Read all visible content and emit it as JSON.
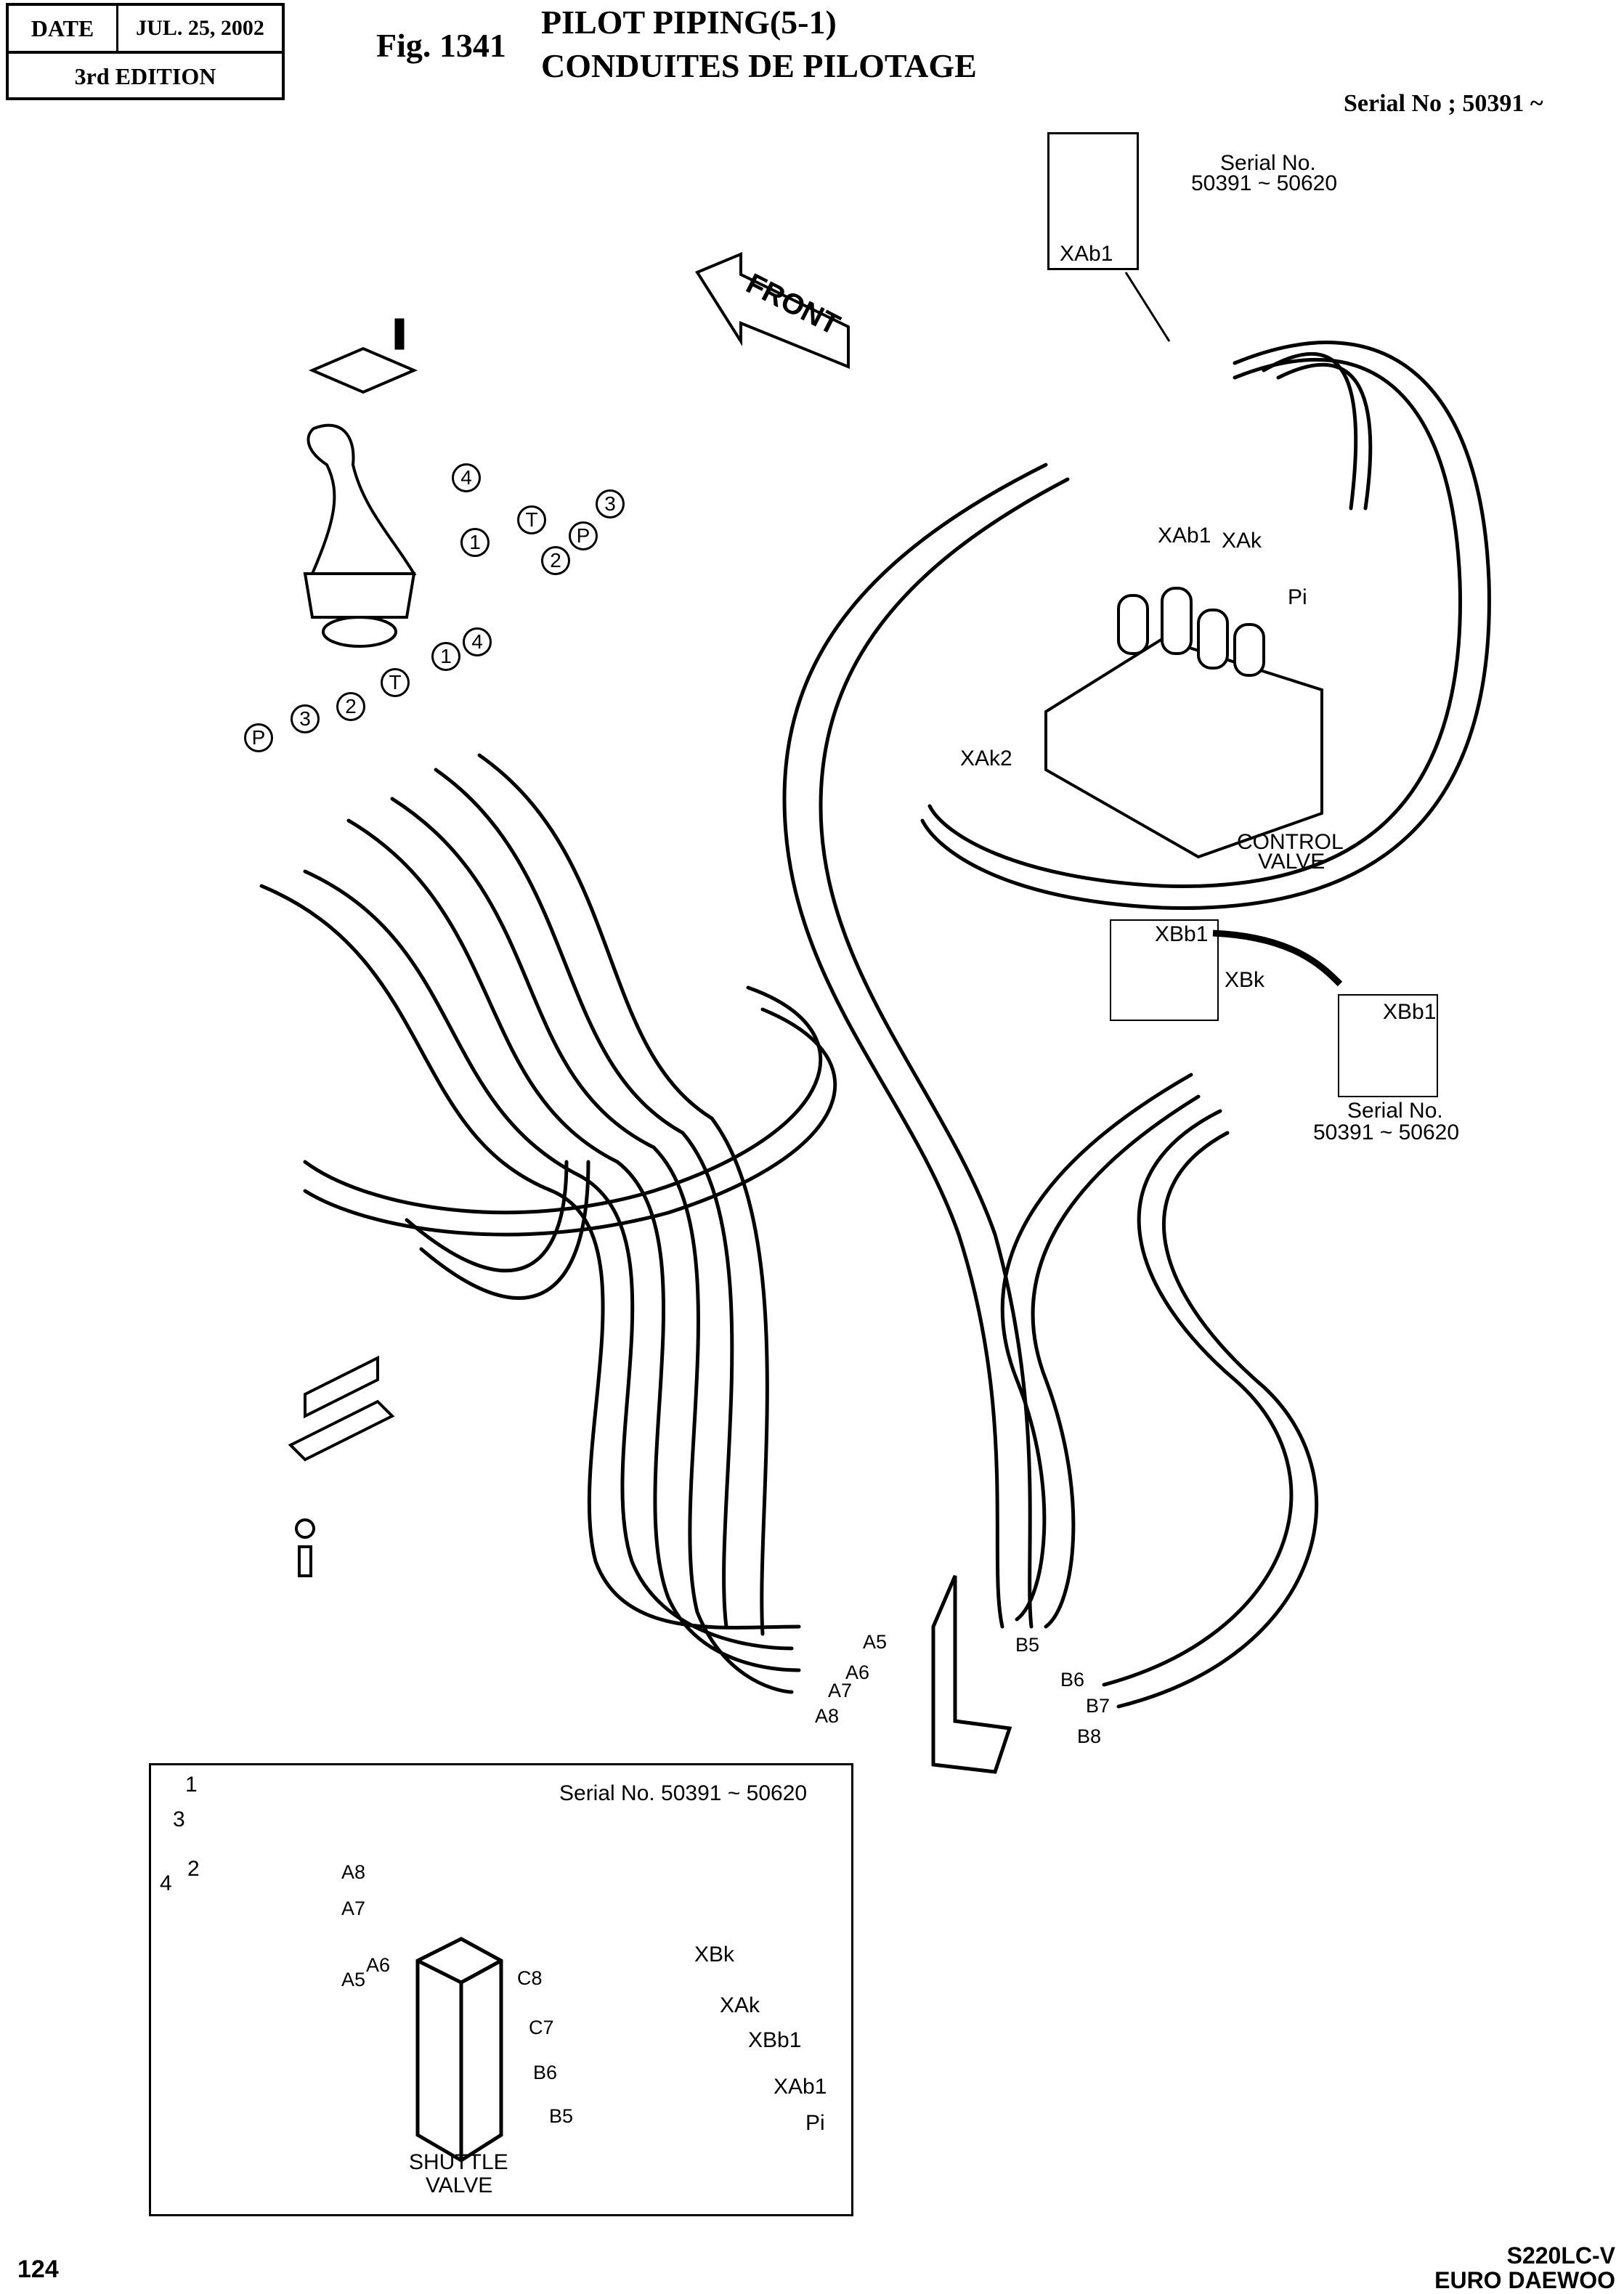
{
  "header": {
    "date_label": "DATE",
    "date_value": "JUL. 25, 2002",
    "edition": "3rd  EDITION",
    "fig_number": "Fig. 1341",
    "title_en": "PILOT PIPING(5-1)",
    "title_fr": "CONDUITES DE PILOTAGE",
    "serial_range_main": "Serial No ; 50391 ~"
  },
  "direction_arrow": {
    "label": "FRONT",
    "icon": "front-arrow-icon"
  },
  "joystick_ports": {
    "top_diagram": [
      "4",
      "1",
      "T",
      "2",
      "P",
      "3"
    ],
    "fittings": [
      "P",
      "3",
      "2",
      "T",
      "1",
      "4"
    ]
  },
  "control_valve": {
    "label_line1": "CONTROL",
    "label_line2": "VALVE",
    "port_labels": [
      "XAb1",
      "XAk",
      "Pi",
      "XAk2",
      "XBb1",
      "XBk"
    ]
  },
  "insets": {
    "top_xab1": {
      "port": "XAb1",
      "serial_line1": "Serial No.",
      "serial_line2": "50391 ~ 50620"
    },
    "right_xbb1": {
      "port": "XBb1",
      "serial_line1": "Serial No.",
      "serial_line2": "50391 ~ 50620"
    },
    "shuttle_valve": {
      "serial": "Serial No. 50391 ~ 50620",
      "hose_numbers": [
        "1",
        "3",
        "2",
        "4"
      ],
      "a_ports": [
        "A8",
        "A7",
        "A6",
        "A5"
      ],
      "c_ports": [
        "C8",
        "C7"
      ],
      "b_ports": [
        "B6",
        "B5"
      ],
      "hose_labels": [
        "XBk",
        "XAk",
        "XBb1",
        "XAb1",
        "Pi"
      ],
      "label_line1": "SHUTTLE",
      "label_line2": "VALVE"
    }
  },
  "bracket_ports": {
    "a_ports": [
      "A5",
      "A6",
      "A7",
      "A8"
    ],
    "b_ports": [
      "B5",
      "B6",
      "B7",
      "B8"
    ]
  },
  "footer": {
    "page_number": "124",
    "model": "S220LC-V",
    "brand": "EURO DAEWOO"
  }
}
